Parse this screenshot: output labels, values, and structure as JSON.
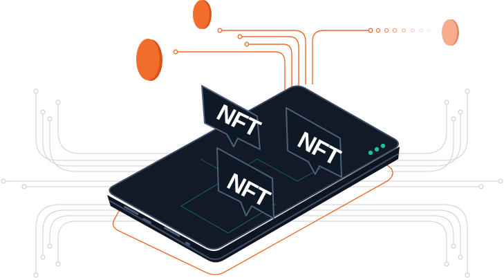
{
  "badges": [
    {
      "text": "NFT"
    },
    {
      "text": "NFT"
    },
    {
      "text": "NFT"
    }
  ],
  "colors": {
    "accent": "#ef6a2a",
    "device_dark": "#111a26",
    "device_edge": "#3a4c63",
    "indicator": "#1fbf9f",
    "wire": "#d4d7da"
  },
  "icons": [
    "coin-icon",
    "nft-badge-icon",
    "status-led-icon"
  ]
}
